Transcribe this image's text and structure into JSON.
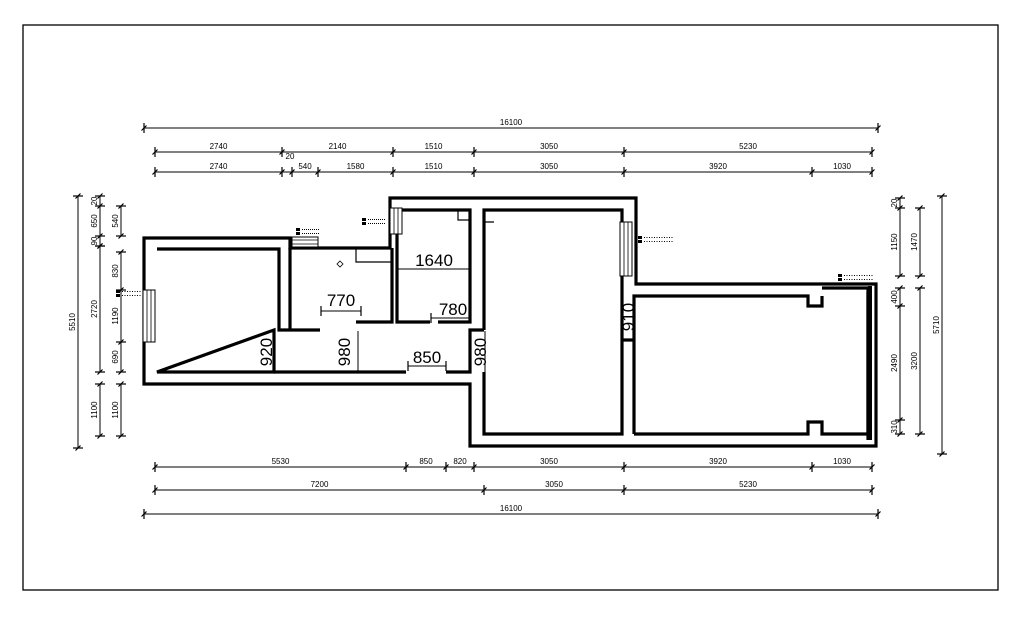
{
  "drawing": {
    "top_overall": "16100",
    "top_row1": [
      "2740",
      "2140",
      "1510",
      "3050",
      "5230"
    ],
    "top_row2": [
      "2740",
      "20",
      "540",
      "1580",
      "1510",
      "3050",
      "3920",
      "1030"
    ],
    "bottom_row1": [
      "5530",
      "850",
      "820",
      "3050",
      "3920",
      "1030"
    ],
    "bottom_row2": [
      "7200",
      "3050",
      "5230"
    ],
    "bottom_overall": "16100",
    "left_outer": "5510",
    "left_inner": [
      "20",
      "650",
      "90",
      "540",
      "830",
      "2720",
      "1190",
      "690",
      "1100",
      "1100"
    ],
    "right_outer": "5710",
    "right_inner": [
      "20",
      "1150",
      "1470",
      "400",
      "2490",
      "3200",
      "310"
    ],
    "room_dims": {
      "d1640": "1640",
      "d770": "770",
      "d780": "780",
      "d920": "920",
      "d980a": "980",
      "d850": "850",
      "d980b": "980",
      "d910": "910"
    }
  }
}
